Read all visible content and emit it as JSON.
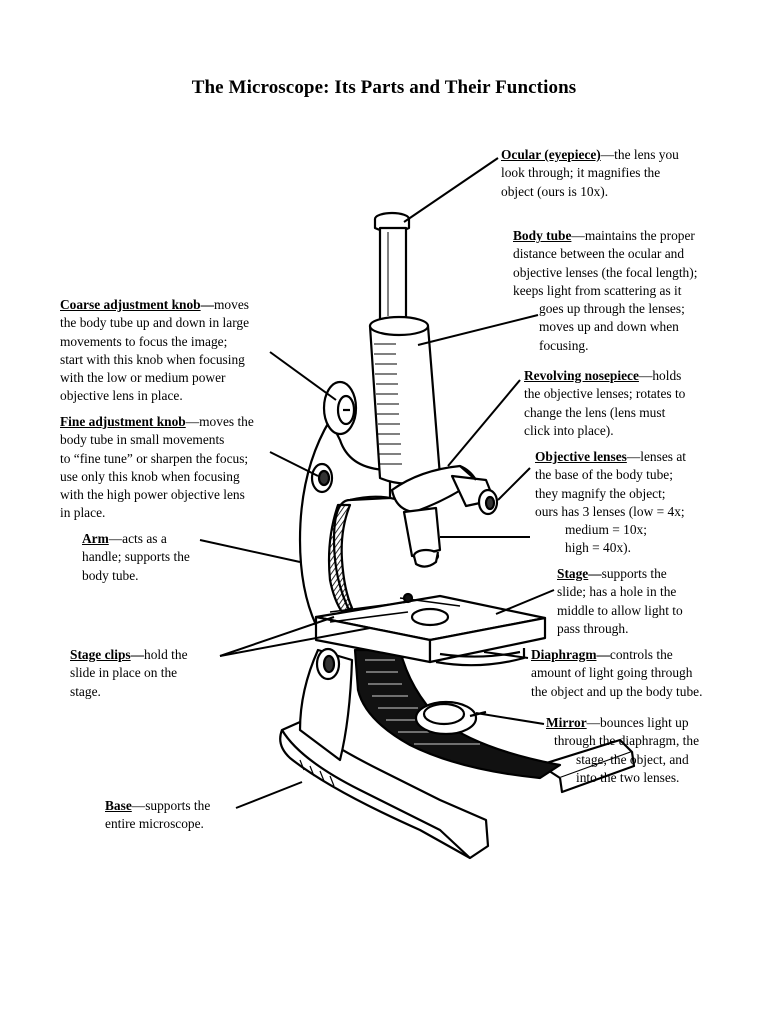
{
  "title": "The Microscope: Its Parts and Their Functions",
  "labels": {
    "ocular": {
      "term": "Ocular (eyepiece)",
      "dash": "—",
      "lines": [
        "the lens you",
        "look through; it magnifies the",
        "object (ours is 10x)."
      ]
    },
    "body_tube": {
      "term": "Body tube",
      "dash": "—",
      "lines": [
        "maintains the proper",
        "distance between the ocular and",
        "objective lenses (the focal length);",
        "keeps light from scattering as it",
        "goes up through the lenses;",
        "moves up and down when",
        "focusing."
      ]
    },
    "coarse": {
      "term": "Coarse adjustment knob",
      "dash": "—",
      "lines": [
        "moves",
        "the body tube up and down in large",
        "movements to focus the image;",
        "start with this knob when focusing",
        "with the low or medium power",
        "objective lens in place."
      ]
    },
    "nosepiece": {
      "term": "Revolving nosepiece",
      "dash": "—",
      "lines": [
        "holds",
        "the objective lenses; rotates to",
        "change the lens (lens must",
        "click into place)."
      ]
    },
    "fine": {
      "term": "Fine adjustment knob",
      "dash": "—",
      "lines": [
        "moves the",
        "body tube in small movements",
        "to “fine tune” or sharpen the focus;",
        "use only this knob when focusing",
        "with the high power objective lens",
        "in place."
      ]
    },
    "objective": {
      "term": "Objective lenses",
      "dash": "—",
      "lines": [
        "lenses at",
        "the base of the body tube;",
        "they magnify the object;",
        "ours has 3 lenses (low = 4x;",
        "medium = 10x;",
        "high = 40x)."
      ]
    },
    "arm": {
      "term": "Arm",
      "dash": "—",
      "lines": [
        "acts as a",
        "handle; supports the",
        "body tube."
      ]
    },
    "stage": {
      "term": "Stage",
      "dash": "—",
      "lines": [
        "supports the",
        "slide; has a hole in the",
        "middle to allow light to",
        "pass through."
      ]
    },
    "stage_clips": {
      "term": "Stage clips",
      "dash": "—",
      "lines": [
        "hold the",
        "slide in place on the",
        "stage."
      ]
    },
    "diaphragm": {
      "term": "Diaphragm",
      "dash": "—",
      "lines": [
        "controls the",
        "amount of light going through",
        "the object and up the body tube."
      ]
    },
    "mirror": {
      "term": "Mirror",
      "dash": "—",
      "lines": [
        "bounces light up",
        "through the diaphragm, the",
        "stage, the object, and",
        "into the two lenses."
      ]
    },
    "base": {
      "term": "Base",
      "dash": "—",
      "lines": [
        "supports the",
        "entire microscope."
      ]
    }
  }
}
